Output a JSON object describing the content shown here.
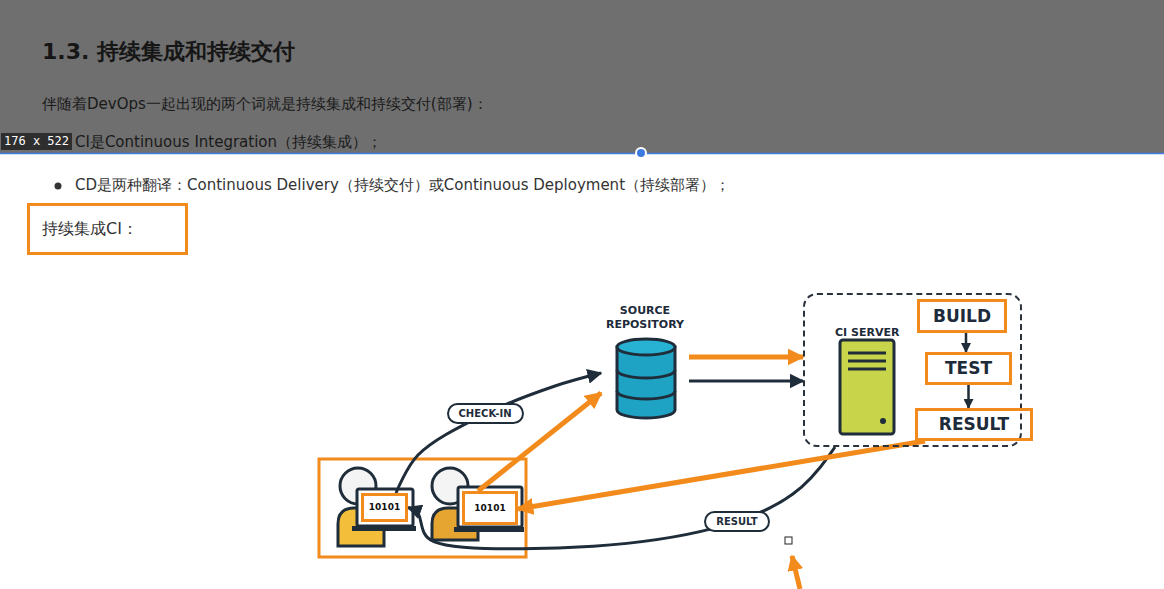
{
  "diagram": {
    "title": "1.3. 持续集成和持续交付",
    "nodes": [
      {
        "text": [
          "持续集成CI："
        ]
      },
      {
        "text": [
          "SOURCE REPOSITORY"
        ]
      },
      {
        "text": [
          "CI SERVER"
        ]
      },
      {
        "text": [
          "BUILD"
        ],
        "in": 2
      },
      {
        "text": [
          "TEST"
        ],
        "in": 2
      },
      {
        "text": [
          "RESULT"
        ],
        "in": 2
      },
      {
        "text": [
          "10101"
        ]
      },
      {
        "text": [
          "10101"
        ]
      }
    ],
    "edges": [
      {
        "from": 6,
        "to": 1,
        "arrow": "to",
        "label": "CHECK-IN"
      },
      {
        "from": 7,
        "to": 1,
        "arrow": "to"
      },
      {
        "from": 1,
        "to": 2,
        "arrow": "to"
      },
      {
        "from": 1,
        "to": 2,
        "arrow": "to"
      },
      {
        "from": 3,
        "to": 4,
        "arrow": "to"
      },
      {
        "from": 4,
        "to": 5,
        "arrow": "to"
      },
      {
        "from": 2,
        "to": 6,
        "arrow": "to",
        "label": "RESULT"
      },
      {
        "from": 5,
        "to": 7,
        "arrow": "to"
      }
    ],
    "labels": [
      "伴随着DevOps一起出现的两个词就是持续集成和持续交付(部署)：",
      "176 x 522",
      "CI是Continuous Integration（持续集成）；",
      "CD是两种翻译：Continuous Delivery（持续交付）或Continuous Deployment（持续部署）；"
    ]
  }
}
